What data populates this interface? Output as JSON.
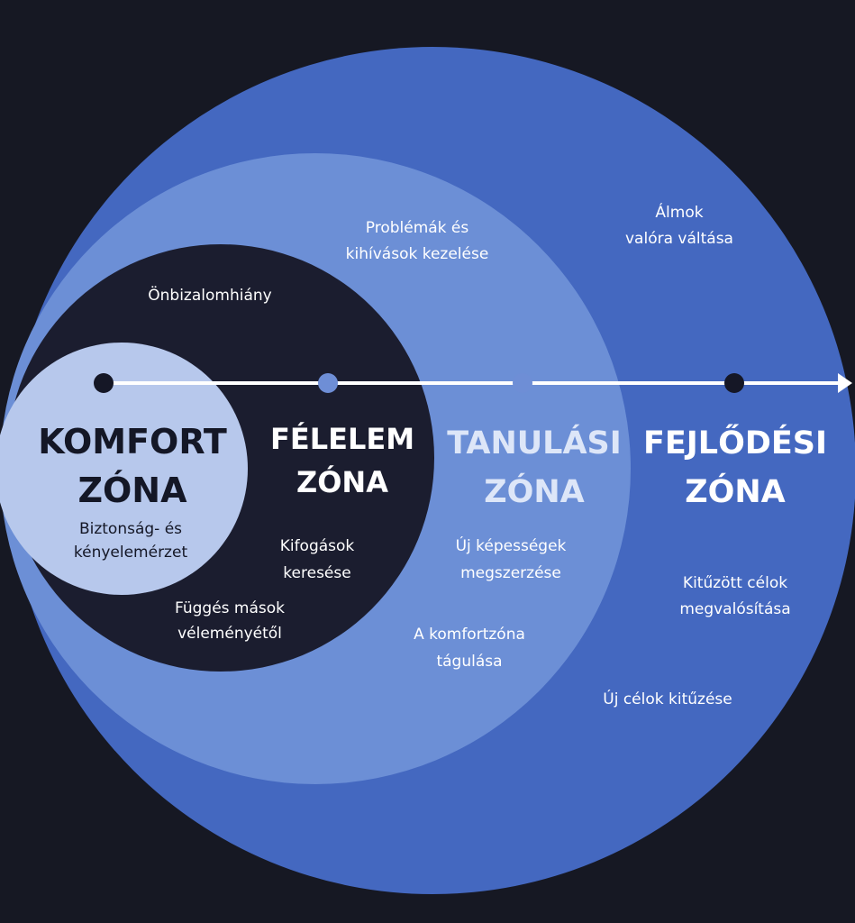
{
  "colors": {
    "background": "#161823",
    "growth_zone": "#4468c0",
    "learning_zone": "#6c8fd6",
    "fear_zone": "#1b1d2f",
    "comfort_zone": "#b7c8ec",
    "arrow": "#ffffff",
    "dot_dark": "#151726",
    "dot_blue": "#6e8ed6"
  },
  "zones": {
    "comfort": {
      "title_line1": "KOMFORT",
      "title_line2": "ZÓNA",
      "text_line1": "Biztonság- és",
      "text_line2": "kényelemérzet"
    },
    "fear": {
      "title_line1": "FÉLELEM",
      "title_line2": "ZÓNA",
      "text_top": "Önbizalomhiány",
      "text_a_line1": "Kifogások",
      "text_a_line2": "keresése",
      "text_b_line1": "Függés mások",
      "text_b_line2": "véleményétől"
    },
    "learning": {
      "title_line1": "TANULÁSI",
      "title_line2": "ZÓNA",
      "text_top_line1": "Problémák és",
      "text_top_line2": "kihívások kezelése",
      "text_a_line1": "Új képességek",
      "text_a_line2": "megszerzése",
      "text_b_line1": "A komfortzóna",
      "text_b_line2": "tágulása"
    },
    "growth": {
      "title_line1": "FEJLŐDÉSI",
      "title_line2": "ZÓNA",
      "text_top_line1": "Álmok",
      "text_top_line2": "valóra váltása",
      "text_a_line1": "Kitűzött célok",
      "text_a_line2": "megvalósítása",
      "text_b": "Új célok kitűzése"
    }
  }
}
